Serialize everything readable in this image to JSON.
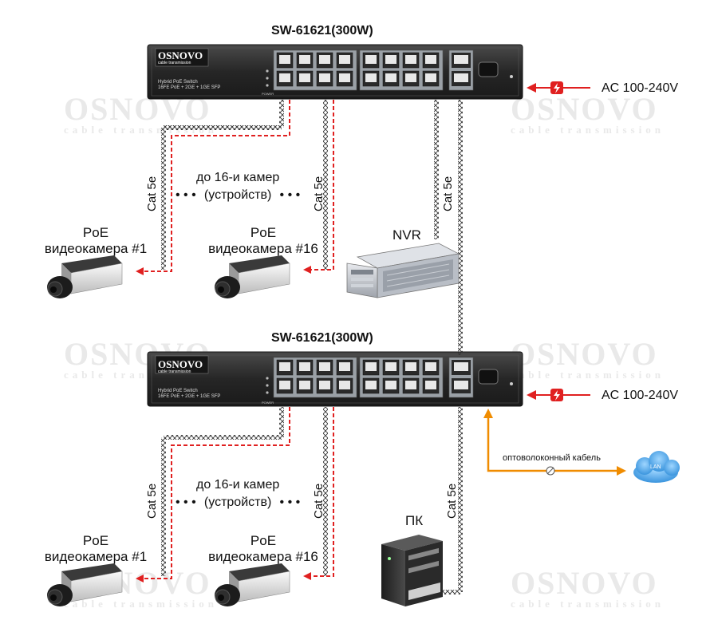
{
  "watermark": {
    "brand": "OSNOVO",
    "tagline": "cable transmission"
  },
  "switches": [
    {
      "model": "SW-61621(300W)",
      "brand": "OSNOVO",
      "brand_tagline": "cable transmission",
      "device_desc_1": "Hybrid PoE Switch",
      "device_desc_2": "16FE PoE + 2GE + 1GE SFP",
      "power_label": "POWER",
      "ac_label": "AC 100-240V"
    },
    {
      "model": "SW-61621(300W)",
      "brand": "OSNOVO",
      "brand_tagline": "cable transmission",
      "device_desc_1": "Hybrid PoE Switch",
      "device_desc_2": "16FE PoE + 2GE + 1GE SFP",
      "power_label": "POWER",
      "ac_label": "AC 100-240V"
    }
  ],
  "cable_label": "Cat 5e",
  "cameras_group_text": {
    "line1": "до 16-и камер",
    "line2": "(устройств)"
  },
  "ellipsis": "• • •",
  "cameras": [
    {
      "line1": "PoE",
      "line2": "видеокамера  #1"
    },
    {
      "line1": "PoE",
      "line2": "видеокамера  #16"
    },
    {
      "line1": "PoE",
      "line2": "видеокамера  #1"
    },
    {
      "line1": "PoE",
      "line2": "видеокамера  #16"
    }
  ],
  "nvr_label": "NVR",
  "pc_label": "ПК",
  "fiber_label": "оптоволоконный кабель",
  "lan_label": "LAN",
  "colors": {
    "poe_line": "#e02020",
    "fiber": "#f08c00",
    "switch_body": "#2a2a2a",
    "lan_cloud": "#3aa0e0"
  },
  "icons": [
    "lightning-icon",
    "camera-icon",
    "nvr-server-icon",
    "pc-tower-icon",
    "lan-cloud-icon"
  ]
}
